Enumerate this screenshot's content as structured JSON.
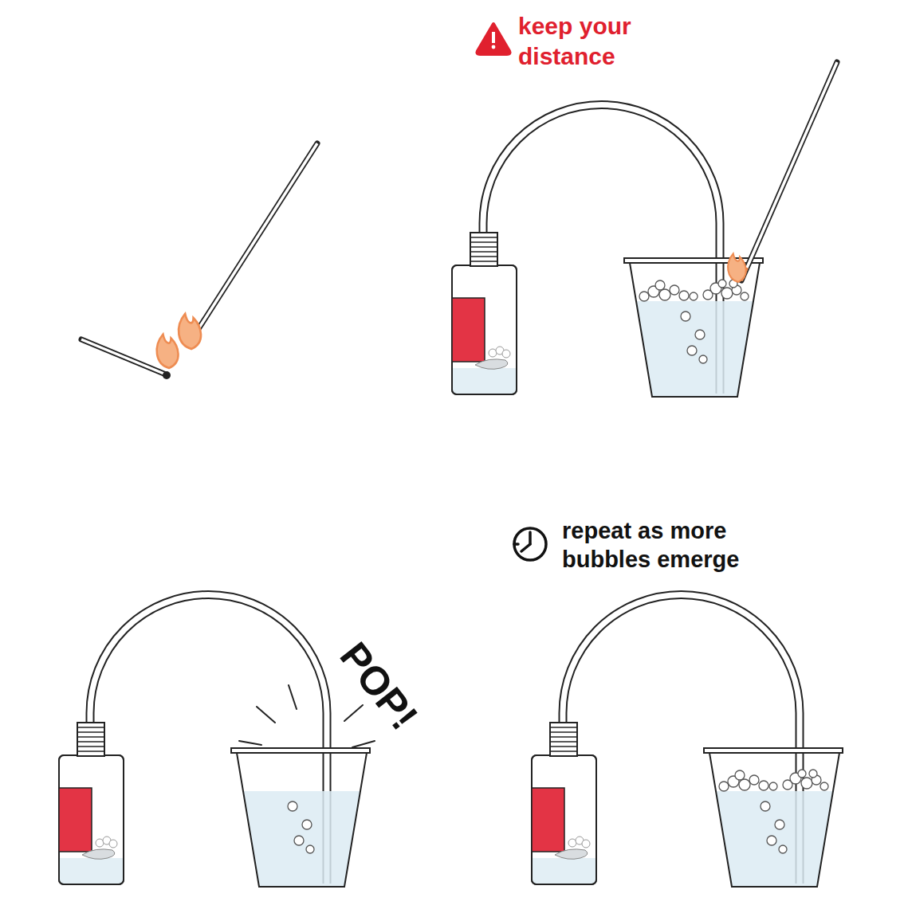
{
  "diagram": {
    "labels": [
      "keep your distance",
      "POP!",
      "repeat as more bubbles emerge"
    ]
  }
}
